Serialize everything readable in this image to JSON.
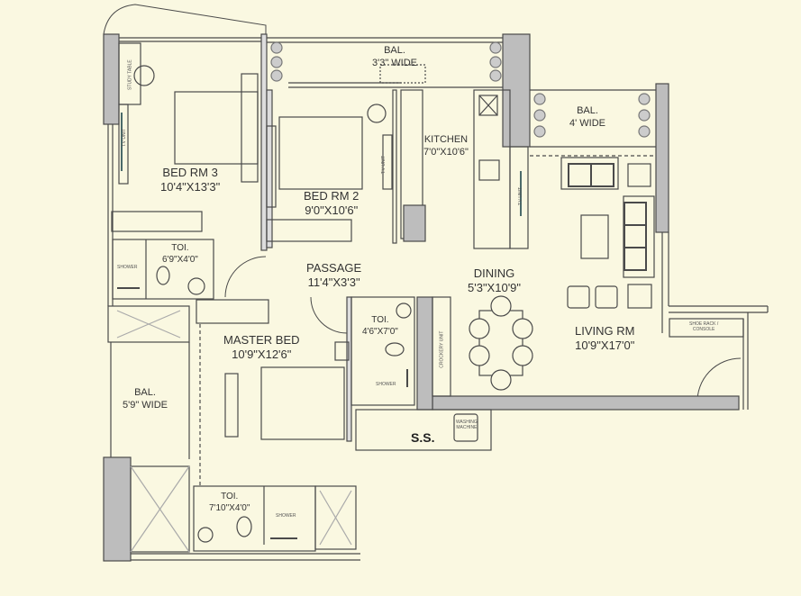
{
  "colors": {
    "background": "#faf8e1",
    "wall": "#bdbdbd",
    "line": "#4a4a4a"
  },
  "rooms": {
    "bed3": {
      "name": "BED RM 3",
      "size": "10'4\"X13'3\""
    },
    "bed2": {
      "name": "BED RM 2",
      "size": "9'0\"X10'6\""
    },
    "bal_top": {
      "name": "BAL.",
      "size": "3'3\" WIDE"
    },
    "kitchen": {
      "name": "KITCHEN",
      "size": "7'0\"X10'6\""
    },
    "bal_right": {
      "name": "BAL.",
      "size": "4' WIDE"
    },
    "toi1": {
      "name": "TOI.",
      "size": "6'9\"X4'0\""
    },
    "passage": {
      "name": "PASSAGE",
      "size": "11'4\"X3'3\""
    },
    "dining": {
      "name": "DINING",
      "size": "5'3\"X10'9\""
    },
    "toi2": {
      "name": "TOI.",
      "size": "4'6\"X7'0\""
    },
    "master": {
      "name": "MASTER BED",
      "size": "10'9\"X12'6\""
    },
    "living": {
      "name": "LIVING RM",
      "size": "10'9\"X17'0\""
    },
    "bal_left": {
      "name": "BAL.",
      "size": "5'9\" WIDE"
    },
    "ss": {
      "name": "S.S."
    },
    "toi3": {
      "name": "TOI.",
      "size": "7'10\"X4'0\""
    }
  },
  "fixtures": {
    "study_table": "STUDY TABLE",
    "tv_unit": "T.V UNIT",
    "shower": "SHOWER",
    "crockery_unit": "CROCKERY UNIT",
    "shoe_rack_1": "SHOE RACK /",
    "shoe_rack_2": "CONSOLE",
    "washing_1": "WASHING",
    "washing_2": "MACHINE"
  }
}
